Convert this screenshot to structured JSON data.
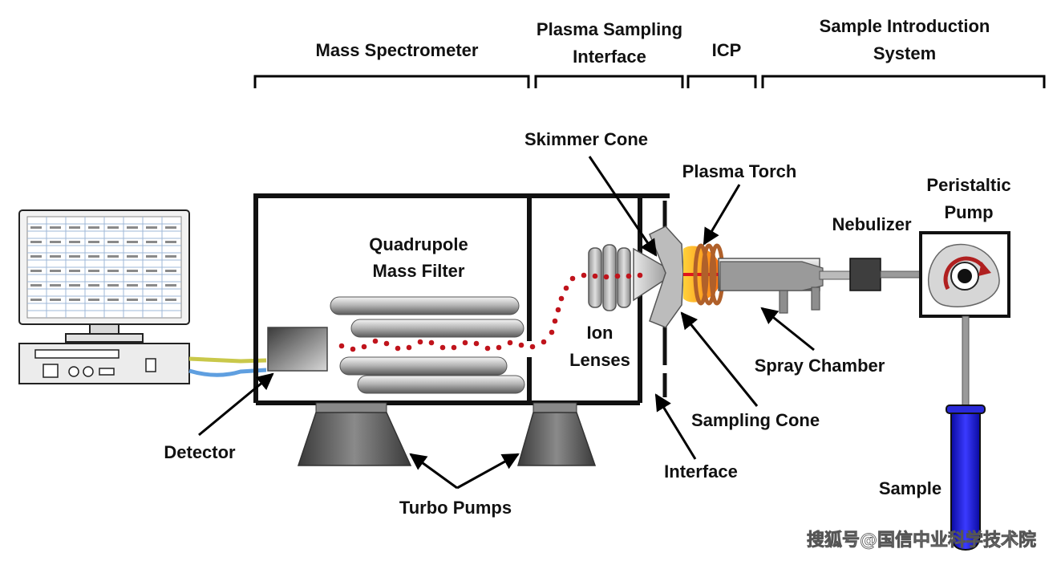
{
  "sections": {
    "mass_spectrometer": "Mass Spectrometer",
    "plasma_sampling_1": "Plasma Sampling",
    "plasma_sampling_2": "Interface",
    "icp": "ICP",
    "sample_intro_1": "Sample Introduction",
    "sample_intro_2": "System"
  },
  "labels": {
    "skimmer_cone": "Skimmer Cone",
    "plasma_torch": "Plasma Torch",
    "peristaltic_1": "Peristaltic",
    "peristaltic_2": "Pump",
    "nebulizer": "Nebulizer",
    "quadrupole_1": "Quadrupole",
    "quadrupole_2": "Mass Filter",
    "ion_1": "Ion",
    "ion_2": "Lenses",
    "spray_chamber": "Spray Chamber",
    "sampling_cone": "Sampling Cone",
    "detector": "Detector",
    "interface": "Interface",
    "turbo_pumps": "Turbo Pumps",
    "sample": "Sample"
  },
  "watermark": "搜狐号@国信中业科学技术院",
  "colors": {
    "ion_beam": "#c0141c",
    "sample_tube": "#1a1ad0",
    "plasma": "#ff9a1e",
    "coil": "#b0602a"
  }
}
